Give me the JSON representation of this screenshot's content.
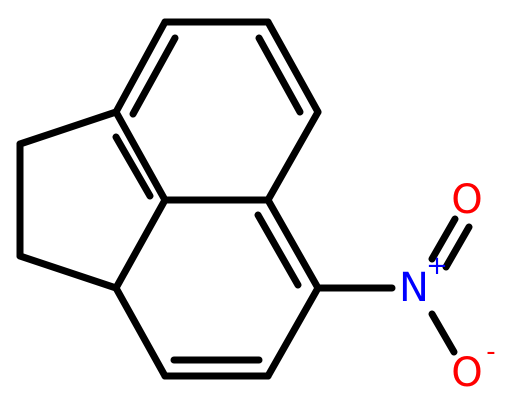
{
  "molecule": {
    "atoms": {
      "nitrogen": {
        "symbol": "N",
        "charge": "+",
        "color": "#0000ff"
      },
      "oxygen_top": {
        "symbol": "O",
        "charge": "",
        "color": "#ff0000"
      },
      "oxygen_bottom": {
        "symbol": "O",
        "charge": "-",
        "color": "#ff0000"
      }
    },
    "bond_color": "#000000"
  }
}
